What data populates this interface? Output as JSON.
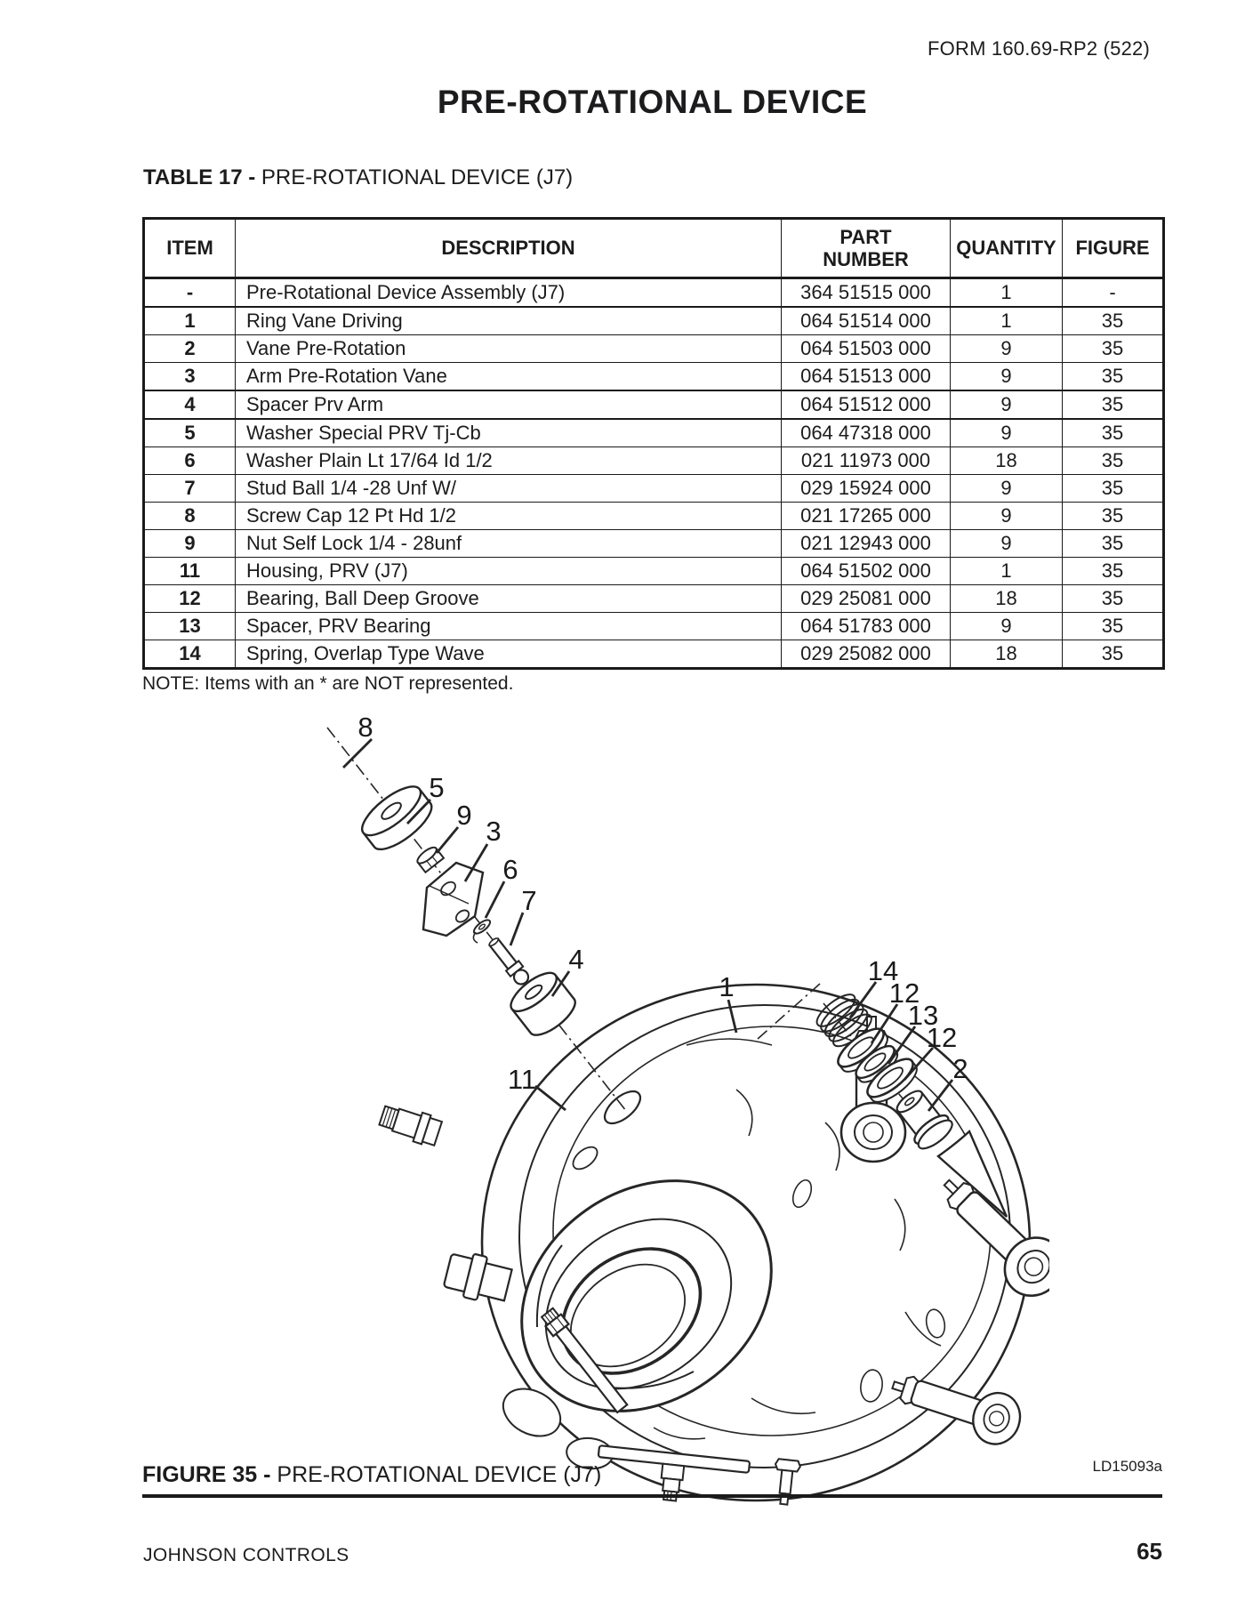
{
  "page": {
    "form_number": "FORM 160.69-RP2 (522)",
    "title": "PRE-ROTATIONAL DEVICE",
    "footer_left": "JOHNSON CONTROLS",
    "page_number": "65"
  },
  "table": {
    "title_prefix": "TABLE 17 - ",
    "title": "PRE-ROTATIONAL DEVICE (J7)",
    "columns": [
      "ITEM",
      "DESCRIPTION",
      "PART NUMBER",
      "QUANTITY",
      "FIGURE"
    ],
    "rows": [
      [
        "-",
        "Pre-Rotational Device Assembly (J7)",
        "364 51515 000",
        "1",
        "-"
      ],
      [
        "1",
        "Ring Vane Driving",
        "064 51514 000",
        "1",
        "35"
      ],
      [
        "2",
        "Vane Pre-Rotation",
        "064 51503 000",
        "9",
        "35"
      ],
      [
        "3",
        "Arm Pre-Rotation Vane",
        "064 51513 000",
        "9",
        "35"
      ],
      [
        "4",
        "Spacer Prv Arm",
        "064 51512 000",
        "9",
        "35"
      ],
      [
        "5",
        "Washer Special PRV Tj-Cb",
        "064 47318 000",
        "9",
        "35"
      ],
      [
        "6",
        "Washer Plain Lt 17/64 Id 1/2",
        "021 11973 000",
        "18",
        "35"
      ],
      [
        "7",
        "Stud Ball 1/4 -28 Unf W/",
        "029 15924 000",
        "9",
        "35"
      ],
      [
        "8",
        "Screw Cap 12 Pt Hd 1/2",
        "021 17265 000",
        "9",
        "35"
      ],
      [
        "9",
        "Nut Self Lock 1/4 - 28unf",
        "021 12943 000",
        "9",
        "35"
      ],
      [
        "11",
        "Housing, PRV (J7)",
        "064 51502 000",
        "1",
        "35"
      ],
      [
        "12",
        "Bearing, Ball Deep Groove",
        "029 25081 000",
        "18",
        "35"
      ],
      [
        "13",
        "Spacer, PRV Bearing",
        "064 51783 000",
        "9",
        "35"
      ],
      [
        "14",
        "Spring, Overlap Type Wave",
        "029 25082 000",
        "18",
        "35"
      ]
    ],
    "note": "NOTE: Items with an * are NOT represented."
  },
  "figure": {
    "caption_prefix": "FIGURE 35 - ",
    "caption": "PRE-ROTATIONAL DEVICE (J7)",
    "drawing_code": "LD15093a",
    "callouts": [
      "8",
      "5",
      "9",
      "3",
      "6",
      "7",
      "4",
      "1",
      "11",
      "14",
      "12",
      "13",
      "12",
      "2"
    ]
  }
}
